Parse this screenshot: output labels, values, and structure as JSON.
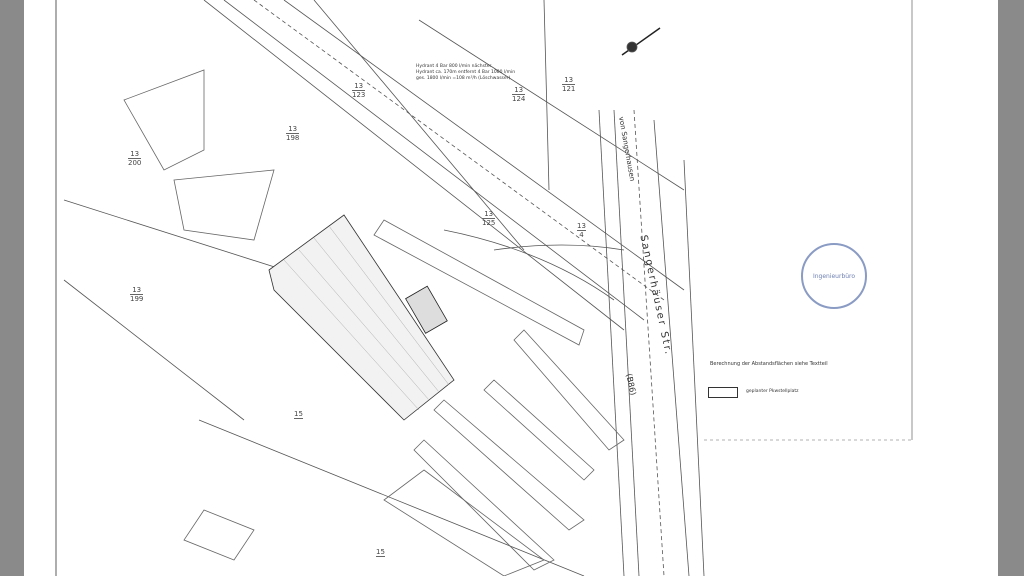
{
  "parcels": [
    {
      "top": "13",
      "bottom": "200"
    },
    {
      "top": "13",
      "bottom": "199"
    },
    {
      "top": "13",
      "bottom": "198"
    },
    {
      "top": "13",
      "bottom": "123"
    },
    {
      "top": "13",
      "bottom": "124"
    },
    {
      "top": "13",
      "bottom": "121"
    },
    {
      "top": "13",
      "bottom": "125"
    },
    {
      "top": "13",
      "bottom": "4"
    },
    {
      "top": "15",
      "bottom": ""
    },
    {
      "top": "15",
      "bottom": ""
    }
  ],
  "hydrant_note": [
    "Hydrant 4 Bar 800 l/min nächster",
    "Hydrant ca. 170m entfernt 4 Bar 1080 l/min",
    "ges. 1800 l/min =108 m³/h (Löschwasser)"
  ],
  "street": {
    "from_label": "von Sangerhausen",
    "name": "Sangerhäuser Str.",
    "route": "(B86)"
  },
  "notes": {
    "setback": "Berechnung der Abstandsflächen siehe Textteil",
    "legend_label": "geplanter Pkwstellplatz"
  },
  "stamp_text": "Ingenieurbüro",
  "colors": {
    "line": "#444444",
    "stamp": "#6e80b3",
    "frame": "#8a8a8a"
  }
}
